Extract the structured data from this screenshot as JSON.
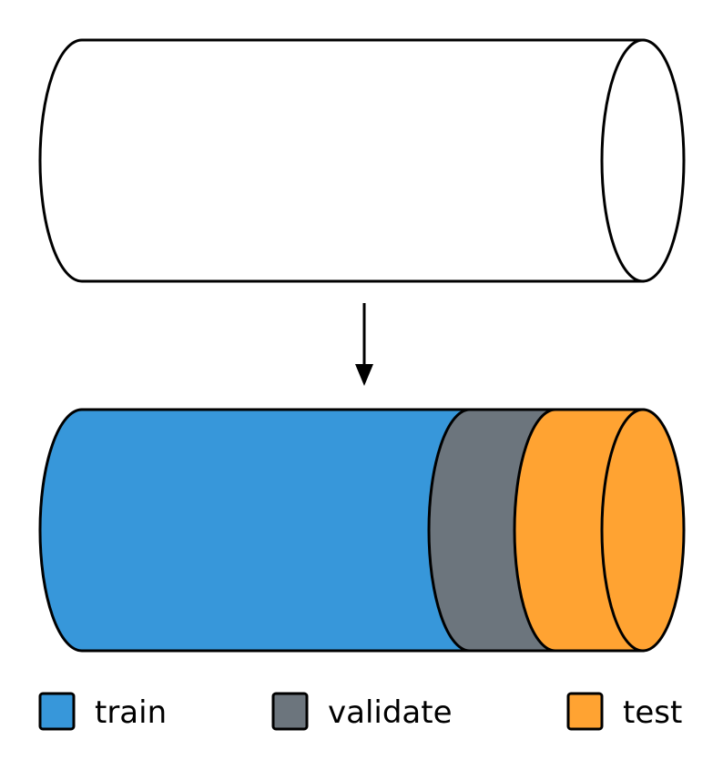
{
  "legend": {
    "items": [
      {
        "label": "train",
        "color": "#3797DA"
      },
      {
        "label": "validate",
        "color": "#6C757D"
      },
      {
        "label": "test",
        "color": "#FFA332"
      }
    ]
  },
  "colors": {
    "outline": "#000000",
    "source_fill": "#FFFFFF",
    "arrow": "#000000"
  },
  "icons": {
    "source": "cylinder-icon",
    "arrow": "arrow-down-icon"
  }
}
